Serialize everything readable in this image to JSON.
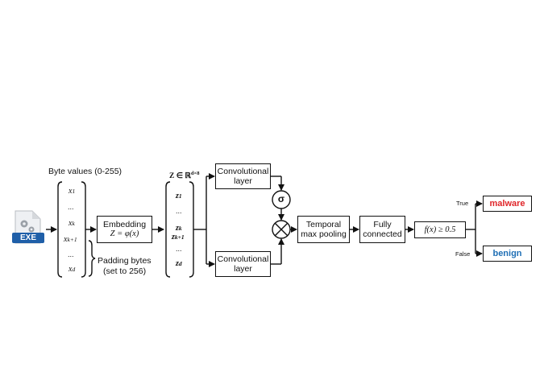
{
  "byte_values_title": "Byte values (0-255)",
  "input_vector": [
    "x1",
    "...",
    "xk",
    "xk+1",
    "...",
    "xd"
  ],
  "padding_label": [
    "Padding bytes",
    "(set to 256)"
  ],
  "exe_icon": {
    "label": "EXE",
    "icon": "gear-document-icon"
  },
  "embedding": {
    "title": "Embedding",
    "formula": "Z = φ(x)"
  },
  "z_space": "Z ∈ ℝ",
  "z_space_sup": "d×8",
  "embed_vector": [
    "z1",
    "...",
    "zk",
    "zk+1",
    "...",
    "zd"
  ],
  "conv_top": [
    "Convolutional",
    "layer"
  ],
  "conv_bottom": [
    "Convolutional",
    "layer"
  ],
  "sigma": "σ",
  "multiply": "⊗",
  "temporal": [
    "Temporal",
    "max pooling"
  ],
  "fully": [
    "Fully",
    "connected"
  ],
  "decision": "f(x) ≥ 0.5",
  "true_label": "True",
  "false_label": "False",
  "malware": {
    "label": "malware",
    "color": "#e0262a"
  },
  "benign": {
    "label": "benign",
    "color": "#1f6fb5"
  }
}
